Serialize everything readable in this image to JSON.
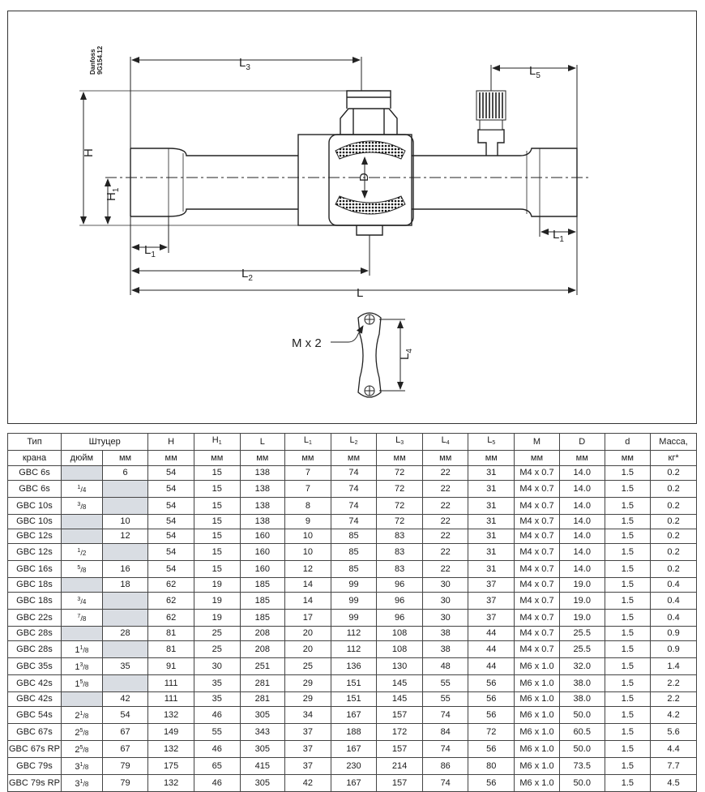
{
  "drawing": {
    "brand_stamp": "Danfoss",
    "code_stamp": "9G154.12",
    "labels": {
      "L3": "L",
      "L3_sub": "3",
      "L5": "L",
      "L5_sub": "5",
      "H": "H",
      "H1": "H",
      "H1_sub": "1",
      "D": "D",
      "L1_left": "L",
      "L1_left_sub": "1",
      "L1_right": "L",
      "L1_right_sub": "1",
      "L2": "L",
      "L2_sub": "2",
      "L": "L",
      "M": "M x 2",
      "L4": "L",
      "L4_sub": "4"
    }
  },
  "table": {
    "headers": {
      "type": "Тип",
      "type2": "крана",
      "fitting": "Штуцер",
      "inch": "дюйм",
      "mm": "мм",
      "H": "H",
      "H1": "H",
      "H1_sub": "1",
      "L": "L",
      "L1": "L",
      "L1_sub": "1",
      "L2": "L",
      "L2_sub": "2",
      "L3": "L",
      "L3_sub": "3",
      "L4": "L",
      "L4_sub": "4",
      "L5": "L",
      "L5_sub": "5",
      "M": "M",
      "D": "D",
      "d": "d",
      "mass": "Масса,",
      "unit_mm": "мм",
      "unit_kg": "кг*"
    },
    "rows": [
      {
        "type": "GBC 6s",
        "inch_n": "",
        "inch_w": "",
        "inch_d": "",
        "mm": "6",
        "H": "54",
        "H1": "15",
        "L": "138",
        "L1": "7",
        "L2": "74",
        "L3": "72",
        "L4": "22",
        "L5": "31",
        "M": "M4 x 0.7",
        "D": "14.0",
        "d": "1.5",
        "mass": "0.2"
      },
      {
        "type": "GBC 6s",
        "inch_n": "1",
        "inch_w": "",
        "inch_d": "4",
        "mm": "",
        "H": "54",
        "H1": "15",
        "L": "138",
        "L1": "7",
        "L2": "74",
        "L3": "72",
        "L4": "22",
        "L5": "31",
        "M": "M4 x 0.7",
        "D": "14.0",
        "d": "1.5",
        "mass": "0.2"
      },
      {
        "type": "GBC 10s",
        "inch_n": "3",
        "inch_w": "",
        "inch_d": "8",
        "mm": "",
        "H": "54",
        "H1": "15",
        "L": "138",
        "L1": "8",
        "L2": "74",
        "L3": "72",
        "L4": "22",
        "L5": "31",
        "M": "M4 x 0.7",
        "D": "14.0",
        "d": "1.5",
        "mass": "0.2"
      },
      {
        "type": "GBC 10s",
        "inch_n": "",
        "inch_w": "",
        "inch_d": "",
        "mm": "10",
        "H": "54",
        "H1": "15",
        "L": "138",
        "L1": "9",
        "L2": "74",
        "L3": "72",
        "L4": "22",
        "L5": "31",
        "M": "M4 x 0.7",
        "D": "14.0",
        "d": "1.5",
        "mass": "0.2"
      },
      {
        "type": "GBC 12s",
        "inch_n": "",
        "inch_w": "",
        "inch_d": "",
        "mm": "12",
        "H": "54",
        "H1": "15",
        "L": "160",
        "L1": "10",
        "L2": "85",
        "L3": "83",
        "L4": "22",
        "L5": "31",
        "M": "M4 x 0.7",
        "D": "14.0",
        "d": "1.5",
        "mass": "0.2"
      },
      {
        "type": "GBC 12s",
        "inch_n": "1",
        "inch_w": "",
        "inch_d": "2",
        "mm": "",
        "H": "54",
        "H1": "15",
        "L": "160",
        "L1": "10",
        "L2": "85",
        "L3": "83",
        "L4": "22",
        "L5": "31",
        "M": "M4 x 0.7",
        "D": "14.0",
        "d": "1.5",
        "mass": "0.2"
      },
      {
        "type": "GBC 16s",
        "inch_n": "5",
        "inch_w": "",
        "inch_d": "8",
        "mm": "16",
        "H": "54",
        "H1": "15",
        "L": "160",
        "L1": "12",
        "L2": "85",
        "L3": "83",
        "L4": "22",
        "L5": "31",
        "M": "M4 x 0.7",
        "D": "14.0",
        "d": "1.5",
        "mass": "0.2"
      },
      {
        "type": "GBC 18s",
        "inch_n": "",
        "inch_w": "",
        "inch_d": "",
        "mm": "18",
        "H": "62",
        "H1": "19",
        "L": "185",
        "L1": "14",
        "L2": "99",
        "L3": "96",
        "L4": "30",
        "L5": "37",
        "M": "M4 x 0.7",
        "D": "19.0",
        "d": "1.5",
        "mass": "0.4"
      },
      {
        "type": "GBC 18s",
        "inch_n": "3",
        "inch_w": "",
        "inch_d": "4",
        "mm": "",
        "H": "62",
        "H1": "19",
        "L": "185",
        "L1": "14",
        "L2": "99",
        "L3": "96",
        "L4": "30",
        "L5": "37",
        "M": "M4 x 0.7",
        "D": "19.0",
        "d": "1.5",
        "mass": "0.4"
      },
      {
        "type": "GBC 22s",
        "inch_n": "7",
        "inch_w": "",
        "inch_d": "8",
        "mm": "",
        "H": "62",
        "H1": "19",
        "L": "185",
        "L1": "17",
        "L2": "99",
        "L3": "96",
        "L4": "30",
        "L5": "37",
        "M": "M4 x 0.7",
        "D": "19.0",
        "d": "1.5",
        "mass": "0.4"
      },
      {
        "type": "GBC 28s",
        "inch_n": "",
        "inch_w": "",
        "inch_d": "",
        "mm": "28",
        "H": "81",
        "H1": "25",
        "L": "208",
        "L1": "20",
        "L2": "112",
        "L3": "108",
        "L4": "38",
        "L5": "44",
        "M": "M4 x 0.7",
        "D": "25.5",
        "d": "1.5",
        "mass": "0.9"
      },
      {
        "type": "GBC 28s",
        "inch_n": "1",
        "inch_w": "1",
        "inch_d": "8",
        "mm": "",
        "H": "81",
        "H1": "25",
        "L": "208",
        "L1": "20",
        "L2": "112",
        "L3": "108",
        "L4": "38",
        "L5": "44",
        "M": "M4 x 0.7",
        "D": "25.5",
        "d": "1.5",
        "mass": "0.9"
      },
      {
        "type": "GBC 35s",
        "inch_n": "3",
        "inch_w": "1",
        "inch_d": "8",
        "mm": "35",
        "H": "91",
        "H1": "30",
        "L": "251",
        "L1": "25",
        "L2": "136",
        "L3": "130",
        "L4": "48",
        "L5": "44",
        "M": "M6 x 1.0",
        "D": "32.0",
        "d": "1.5",
        "mass": "1.4"
      },
      {
        "type": "GBC 42s",
        "inch_n": "5",
        "inch_w": "1",
        "inch_d": "8",
        "mm": "",
        "H": "111",
        "H1": "35",
        "L": "281",
        "L1": "29",
        "L2": "151",
        "L3": "145",
        "L4": "55",
        "L5": "56",
        "M": "M6 x 1.0",
        "D": "38.0",
        "d": "1.5",
        "mass": "2.2"
      },
      {
        "type": "GBC 42s",
        "inch_n": "",
        "inch_w": "",
        "inch_d": "",
        "mm": "42",
        "H": "111",
        "H1": "35",
        "L": "281",
        "L1": "29",
        "L2": "151",
        "L3": "145",
        "L4": "55",
        "L5": "56",
        "M": "M6 x 1.0",
        "D": "38.0",
        "d": "1.5",
        "mass": "2.2"
      },
      {
        "type": "GBC 54s",
        "inch_n": "1",
        "inch_w": "2",
        "inch_d": "8",
        "mm": "54",
        "H": "132",
        "H1": "46",
        "L": "305",
        "L1": "34",
        "L2": "167",
        "L3": "157",
        "L4": "74",
        "L5": "56",
        "M": "M6 x 1.0",
        "D": "50.0",
        "d": "1.5",
        "mass": "4.2"
      },
      {
        "type": "GBC 67s",
        "inch_n": "5",
        "inch_w": "2",
        "inch_d": "8",
        "mm": "67",
        "H": "149",
        "H1": "55",
        "L": "343",
        "L1": "37",
        "L2": "188",
        "L3": "172",
        "L4": "84",
        "L5": "72",
        "M": "M6 x 1.0",
        "D": "60.5",
        "d": "1.5",
        "mass": "5.6"
      },
      {
        "type": "GBC 67s RP",
        "inch_n": "5",
        "inch_w": "2",
        "inch_d": "8",
        "mm": "67",
        "H": "132",
        "H1": "46",
        "L": "305",
        "L1": "37",
        "L2": "167",
        "L3": "157",
        "L4": "74",
        "L5": "56",
        "M": "M6 x 1.0",
        "D": "50.0",
        "d": "1.5",
        "mass": "4.4"
      },
      {
        "type": "GBC 79s",
        "inch_n": "1",
        "inch_w": "3",
        "inch_d": "8",
        "mm": "79",
        "H": "175",
        "H1": "65",
        "L": "415",
        "L1": "37",
        "L2": "230",
        "L3": "214",
        "L4": "86",
        "L5": "80",
        "M": "M6 x 1.0",
        "D": "73.5",
        "d": "1.5",
        "mass": "7.7"
      },
      {
        "type": "GBC 79s RP",
        "inch_n": "1",
        "inch_w": "3",
        "inch_d": "8",
        "mm": "79",
        "H": "132",
        "H1": "46",
        "L": "305",
        "L1": "42",
        "L2": "167",
        "L3": "157",
        "L4": "74",
        "L5": "56",
        "M": "M6 x 1.0",
        "D": "50.0",
        "d": "1.5",
        "mass": "4.5"
      }
    ]
  }
}
